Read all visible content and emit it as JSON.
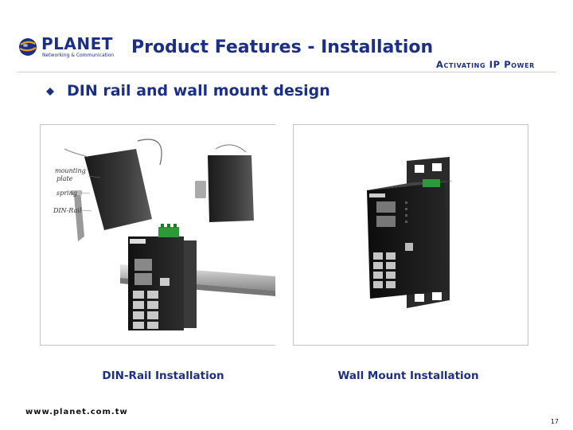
{
  "header": {
    "logo_text": "PLANET",
    "logo_tagline": "Networking & Communication",
    "title": "Product Features - Installation",
    "tagline": "Activating IP Power"
  },
  "content": {
    "bullet": "DIN rail and wall mount design"
  },
  "figures": [
    {
      "caption": "DIN-Rail Installation",
      "labels": [
        "mounting plate",
        "spring",
        "DIN-Rail"
      ]
    },
    {
      "caption": "Wall Mount Installation"
    }
  ],
  "footer": {
    "url": "www.planet.com.tw",
    "page": "17"
  },
  "colors": {
    "brand": "#1c2f86",
    "switch_body": "#1a1a1a",
    "terminal_block": "#2d9a3a"
  }
}
